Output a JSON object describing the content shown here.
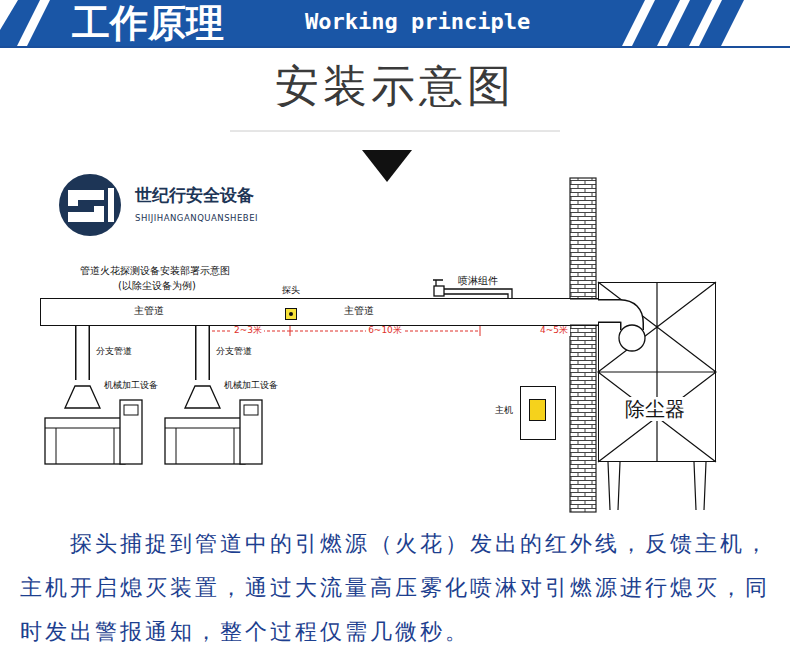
{
  "diagram": {
    "title": "安装示意图",
    "caption": "探头捕捉到管道中的引燃源（火花）发出的红外线，反馈主机，主机开启熄灭装置，通过大流量高压雾化喷淋对引燃源进行熄灭，同时发出警报通知，整个过程仅需几微秒。",
    "nodes": [
      {
        "text": [
          "工作原理",
          "Working principle"
        ]
      },
      {
        "text": [
          "主管道",
          "主管道"
        ]
      },
      {
        "text": [
          "探头"
        ],
        "in": 1
      },
      {
        "text": [
          "机械加工设备"
        ]
      },
      {
        "text": [
          "机械加工设备"
        ]
      },
      {
        "text": [
          "主机"
        ]
      },
      {
        "text": [
          "除尘器"
        ]
      }
    ],
    "edges": [
      {
        "from": 3,
        "to": 1,
        "arrow": "none",
        "label": "分支管道"
      },
      {
        "from": 4,
        "to": 1,
        "arrow": "none",
        "label": "分支管道"
      },
      {
        "from": 1,
        "to": 6,
        "arrow": "none"
      }
    ],
    "labels": [
      "世纪行安全设备",
      "SHIJIHANGANQUANSHEBEI",
      "管道火花探测设备安装部署示意图",
      "(以除尘设备为例)",
      "喷淋组件",
      "2~3米",
      "6~10米",
      "4~5米"
    ]
  }
}
